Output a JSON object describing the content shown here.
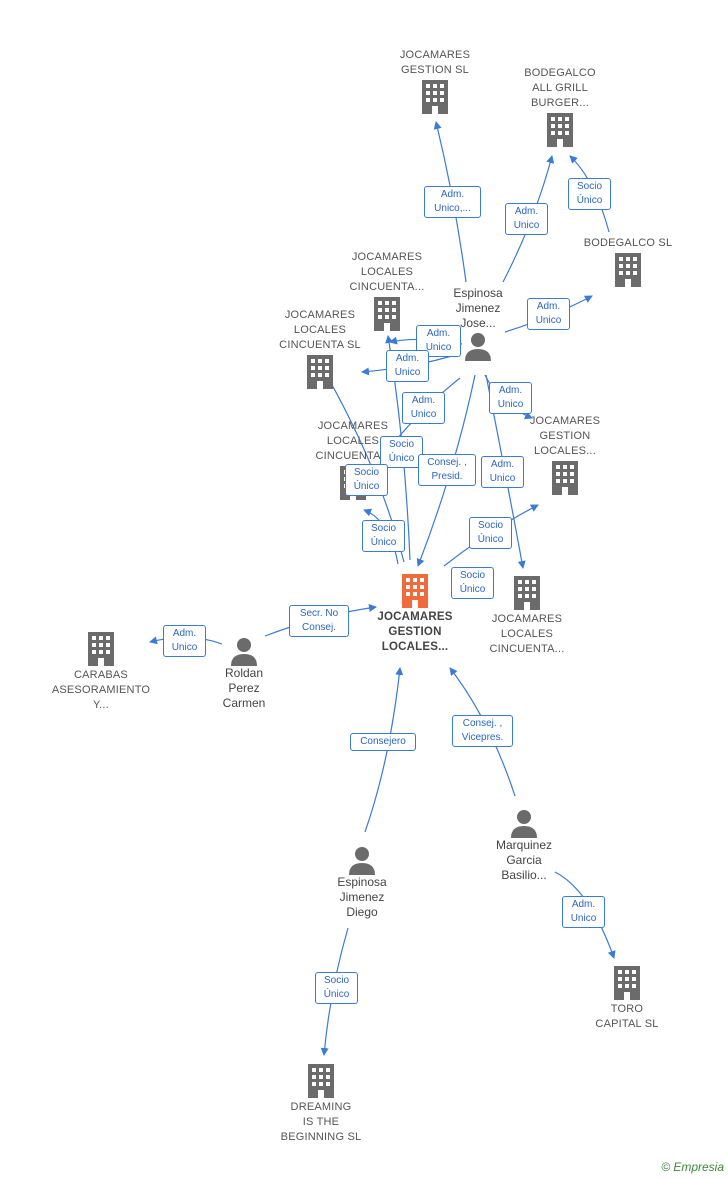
{
  "nodes": {
    "jocamares_gestion_sl": "JOCAMARES\nGESTION  SL",
    "bodegalco_grill": "BODEGALCO\nALL GRILL\nBURGER...",
    "bodegalco_sl": "BODEGALCO SL",
    "jcl_cincuenta_top": "JOCAMARES\nLOCALES\nCINCUENTA...",
    "jcl_cincuenta_sl": "JOCAMARES\nLOCALES\nCINCUENTA  SL",
    "jcl_cincuenta_mid": "JOCAMARES\nLOCALES\nCINCUENTA...",
    "jg_locales_right": "JOCAMARES\nGESTION\nLOCALES...",
    "jcl_cincuenta_right": "JOCAMARES\nLOCALES\nCINCUENTA...",
    "main": "JOCAMARES\nGESTION\nLOCALES...",
    "carabas": "CARABAS\nASESORAMIENTO\nY...",
    "toro": "TORO\nCAPITAL  SL",
    "dreaming": "DREAMING\nIS THE\nBEGINNING  SL",
    "p_espinosa_jose": "Espinosa\nJimenez\nJose...",
    "p_roldan": "Roldan\nPerez\nCarmen",
    "p_espinosa_diego": "Espinosa\nJimenez\nDiego",
    "p_marquinez": "Marquinez\nGarcia\nBasilio..."
  },
  "edge_labels": {
    "e1": "Adm.\nUnico,...",
    "e2": "Adm.\nUnico",
    "e3": "Socio\nÚnico",
    "e4": "Adm.\nUnico",
    "e5": "Adm.\nUnico",
    "e6": "Adm.\nUnico",
    "e7": "Adm.\nUnico",
    "e8": "Adm.\nUnico",
    "e9": "Socio\nÚnico",
    "e10": "Consej. ,\nPresid.",
    "e11": "Adm.\nUnico",
    "e12": "Socio\nÚnico",
    "e13": "Socio\nÚnico",
    "e14": "Socio\nÚnico",
    "e15": "Socio\nÚnico",
    "e16": "Secr.  No\nConsej.",
    "e17": "Adm.\nUnico",
    "e18": "Consejero",
    "e19": "Consej. ,\nVicepres.",
    "e20": "Adm.\nUnico",
    "e21": "Socio\nÚnico"
  },
  "colors": {
    "edge": "#3a7bd5",
    "company": "#6b6b6b",
    "main_company": "#f06a3b",
    "person": "#6b6b6b"
  },
  "brand": {
    "symbol": "©",
    "name": "Empresia"
  }
}
